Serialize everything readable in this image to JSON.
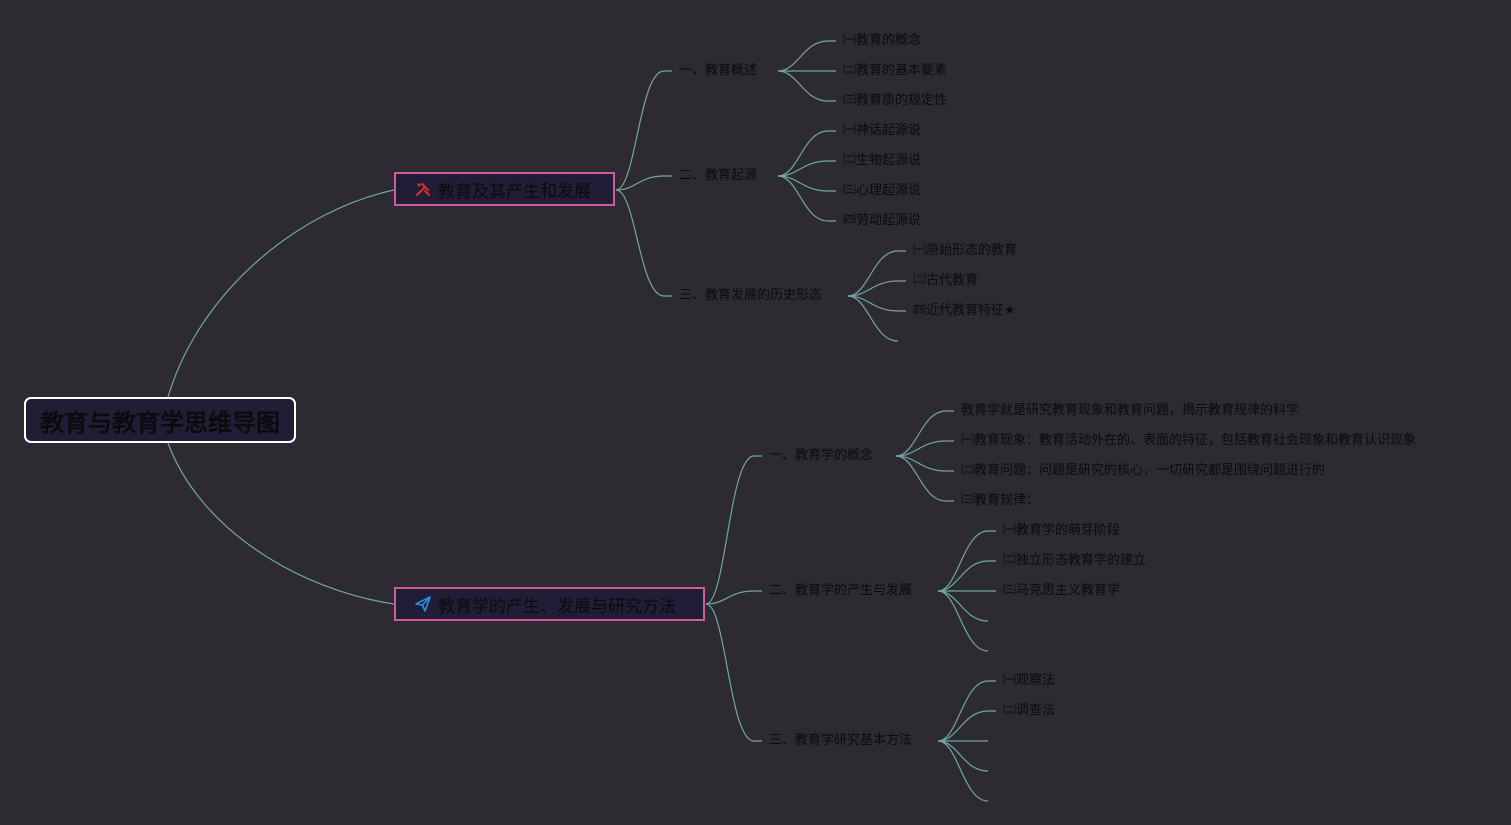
{
  "root": {
    "title": "教育与教育学思维导图"
  },
  "branches": [
    {
      "label": "教育及其产生和发展",
      "icon": "tools-icon",
      "children": [
        {
          "label": "一、教育概述",
          "items": [
            "㈠教育的概念",
            "㈡教育的基本要素",
            "㈢教育质的规定性"
          ]
        },
        {
          "label": "二、教育起源",
          "items": [
            "㈠神话起源说",
            "㈡生物起源说",
            "㈢心理起源说",
            "㈣劳动起源说"
          ]
        },
        {
          "label": "三、教育发展的历史形态",
          "items": [
            "㈠原始形态的教育",
            "㈡古代教育",
            "㈣近代教育特征★",
            ""
          ]
        }
      ]
    },
    {
      "label": "教育学的产生、发展与研究方法",
      "icon": "paper-plane-icon",
      "children": [
        {
          "label": "一、教育学的概念",
          "items": [
            "教育学就是研究教育现象和教育问题，揭示教育规律的科学",
            "㈠教育现象：教育活动外在的、表面的特征，包括教育社会现象和教育认识现象",
            "㈡教育问题：问题是研究的核心，一切研究都是围绕问题进行的",
            "㈢教育规律："
          ]
        },
        {
          "label": "二、教育学的产生与发展",
          "items": [
            "㈠教育学的萌芽阶段",
            "㈡独立形态教育学的建立",
            "㈢马克思主义教育学",
            ""
          ]
        },
        {
          "label": "三、教育学研究基本方法",
          "items": [
            "㈠观察法",
            "㈡调查法",
            "",
            "",
            ""
          ]
        }
      ]
    }
  ],
  "colors": {
    "background": "#2d2a32",
    "link": "#6fa8a0",
    "root_border": "#ffffff",
    "branch_border": "#d05a9c",
    "node_fill": "#221d36",
    "text": "#0b0b0d",
    "tools_icon": "#d0312d",
    "plane_icon": "#2f8fe0"
  }
}
